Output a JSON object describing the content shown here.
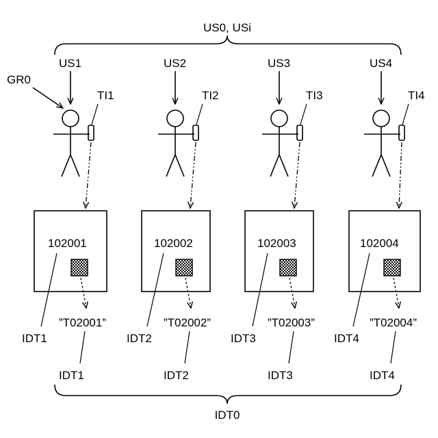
{
  "top_brace_label": "US0, USi",
  "bottom_brace_label": "IDT0",
  "group_label": "GR0",
  "columns": [
    {
      "user": "US1",
      "terminal": "TI1",
      "code": "102001",
      "text_id": "”T02001”",
      "idt_mid": "IDT1",
      "idt_bottom": "IDT1"
    },
    {
      "user": "US2",
      "terminal": "TI2",
      "code": "102002",
      "text_id": "”T02002”",
      "idt_mid": "IDT2",
      "idt_bottom": "IDT2"
    },
    {
      "user": "US3",
      "terminal": "TI3",
      "code": "102003",
      "text_id": "”T02003”",
      "idt_mid": "IDT3",
      "idt_bottom": "IDT3"
    },
    {
      "user": "US4",
      "terminal": "TI4",
      "code": "102004",
      "text_id": "”T02004”",
      "idt_mid": "IDT4",
      "idt_bottom": "IDT4"
    }
  ]
}
